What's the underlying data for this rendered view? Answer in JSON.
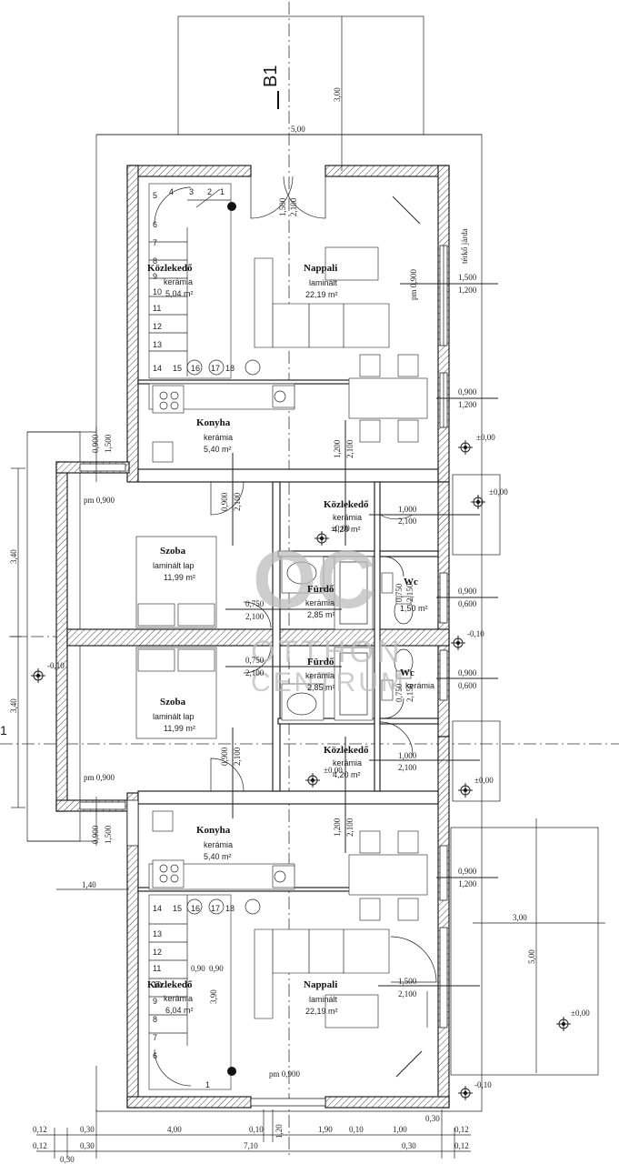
{
  "section_marker": "B1",
  "rooms": {
    "upper_nappali": {
      "name": "Nappali",
      "floor": "laminált",
      "area": "22,19 m²"
    },
    "upper_kozl": {
      "name": "Közlekedő",
      "floor": "kerámia",
      "area": "5,04 m²"
    },
    "upper_konyha": {
      "name": "Konyha",
      "floor": "kerámia",
      "area": "5,40 m²"
    },
    "upper_szoba": {
      "name": "Szoba",
      "floor": "laminált lap",
      "area": "11,99 m²"
    },
    "upper_kozl2": {
      "name": "Közlekedő",
      "floor": "kerámia",
      "area": "4,20 m²"
    },
    "upper_furdo": {
      "name": "Fürdő",
      "floor": "kerámia",
      "area": "2,85 m²"
    },
    "upper_wc": {
      "name": "Wc",
      "floor": "",
      "area": "1,50 m²"
    },
    "lower_furdo": {
      "name": "Fürdő",
      "floor": "kerámia",
      "area": "2,85 m²"
    },
    "lower_wc": {
      "name": "Wc",
      "floor": "kerámia",
      "area": ""
    },
    "lower_szoba": {
      "name": "Szoba",
      "floor": "laminált lap",
      "area": "11,99 m²"
    },
    "lower_kozl2": {
      "name": "Közlekedő",
      "floor": "kerámia",
      "area": "4,20 m²"
    },
    "lower_konyha": {
      "name": "Konyha",
      "floor": "kerámia",
      "area": "5,40 m²"
    },
    "lower_nappali": {
      "name": "Nappali",
      "floor": "laminált",
      "area": "22,19 m²"
    },
    "lower_kozl": {
      "name": "Közlekedő",
      "floor": "kerámia",
      "area": "6,04 m²"
    }
  },
  "dimensions": {
    "top_width": "5,00",
    "top_depth": "3,00",
    "right_width": "3,00",
    "right_depth": "5,00",
    "left_depth_upper": "3,40",
    "left_depth_lower": "3,40",
    "left_offset": "1,40",
    "bottom_row1": [
      "0,12",
      "0,30",
      "4,00",
      "0,10",
      "1,20",
      "1,90",
      "0,10",
      "1,00",
      "0,12"
    ],
    "bottom_row2": [
      "0,12",
      "0,30",
      "7,10",
      "0,30",
      "0,12"
    ],
    "bottom_row3": "0,30",
    "bottom_right": "0,30"
  },
  "openings": {
    "entry_door": [
      "1,500",
      "2,100"
    ],
    "win_nappali": [
      "1,500",
      "1,200"
    ],
    "pm_nappali": "pm 0,900",
    "win_konyha_r": [
      "0,900",
      "1,200"
    ],
    "win_konyha_l": [
      "0,900",
      "1,500"
    ],
    "door_konyha": [
      "1,200",
      "2,100"
    ],
    "door_szoba_up": [
      "0,900",
      "2,100"
    ],
    "pm_szoba": "pm 0,900",
    "door_kozl_up": [
      "1,000",
      "2,100"
    ],
    "door_furdo_up": [
      "0,750",
      "2,100"
    ],
    "door_wc_up": [
      "0,750",
      "2,150"
    ],
    "win_wc_up": [
      "0,900",
      "0,600"
    ],
    "door_furdo_low": [
      "0,750",
      "2,100"
    ],
    "door_wc_low": [
      "0,750",
      "2,150"
    ],
    "win_wc_low": [
      "0,900",
      "0,600"
    ],
    "door_kozl_low": [
      "1,000",
      "2,100"
    ],
    "door_szoba_low": [
      "0,900",
      "2,100"
    ],
    "win_konyha_l_low": [
      "0,900",
      "1,500"
    ],
    "door_konyha_low": [
      "1,200",
      "2,100"
    ],
    "win_konyha_r_low": [
      "0,900",
      "1,200"
    ],
    "door_entry_low": [
      "1,500",
      "2,100"
    ],
    "stair_dims": [
      "0,90",
      "0,90",
      "3,90"
    ],
    "pm_bottom": "pm 0,900"
  },
  "levels": {
    "zero1": "±0,00",
    "zero2": "±0,00",
    "zero3": "±0,00",
    "zero4": "±0,00",
    "zero5": "±0,00",
    "zero6": "±0,00",
    "minus1": "-0,10",
    "minus2": "-0,10",
    "minus3": "-0,10"
  },
  "labels": {
    "terko": "térkő járda",
    "axis_mark": "1"
  },
  "stairs_upper": [
    "5",
    "4",
    "3",
    "2",
    "1",
    "6",
    "7",
    "8",
    "9",
    "10",
    "11",
    "12",
    "13",
    "14",
    "15",
    "16",
    "17",
    "18"
  ],
  "stairs_lower": [
    "14",
    "15",
    "16",
    "17",
    "18",
    "13",
    "12",
    "11",
    "10",
    "9",
    "8",
    "7",
    "6",
    "1"
  ],
  "watermark": {
    "logo": "OC",
    "line1": "OTTHON",
    "line2": "CENTRUM"
  }
}
